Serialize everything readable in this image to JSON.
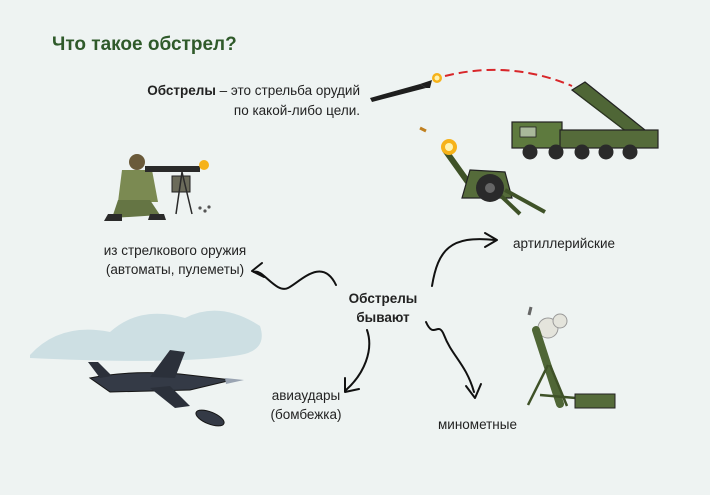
{
  "title": "Что такое обстрел?",
  "definition": {
    "term": "Обстрелы",
    "rest_line1": " – это стрельба орудий",
    "line2": "по какой-либо цели."
  },
  "center": {
    "line1": "Обстрелы",
    "line2": "бывают"
  },
  "types": {
    "rifle_line1": "из стрелкового оружия",
    "rifle_line2": "(автоматы, пулеметы)",
    "artillery": "артиллерийские",
    "air_line1": "авиаудары",
    "air_line2": "(бомбежка)",
    "mortar": "минометные"
  },
  "colors": {
    "title": "#2f5a2a",
    "military_green": "#556b3a",
    "tracer": "#d8262a"
  },
  "icons": [
    "rocket-icon",
    "rocket-launcher-icon",
    "howitzer-icon",
    "soldier-machine-gun-icon",
    "fighter-jet-icon",
    "mortar-icon"
  ]
}
